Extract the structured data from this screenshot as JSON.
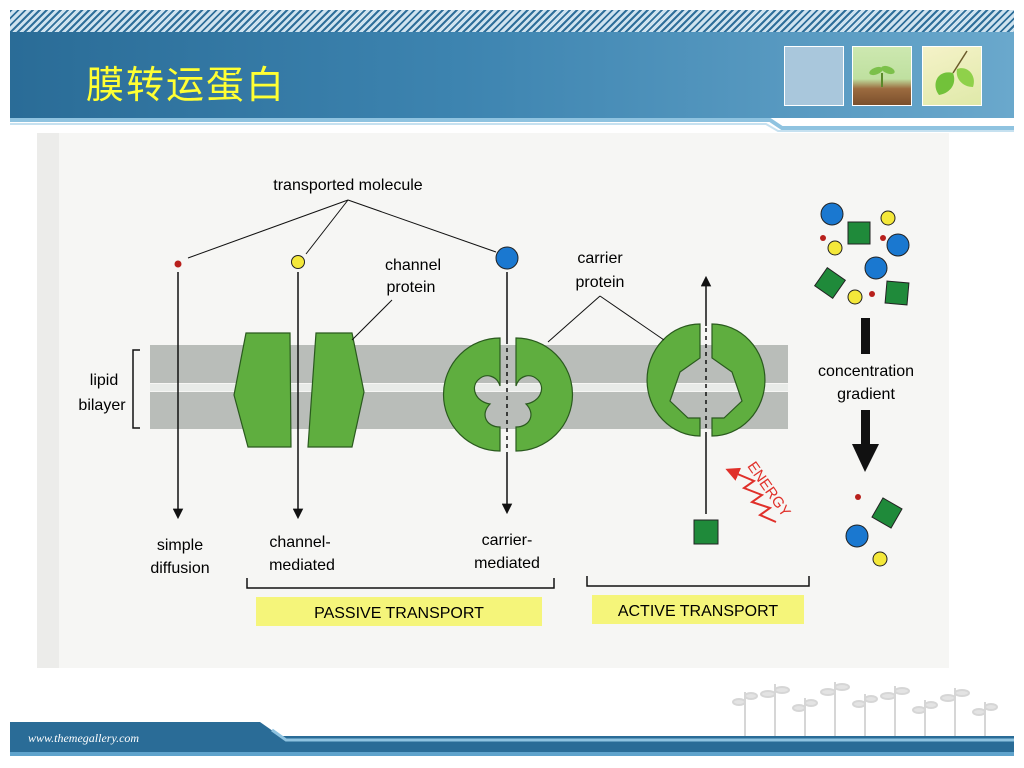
{
  "slide": {
    "title": "膜转运蛋白",
    "footer_url": "www.themegallery.com"
  },
  "figure": {
    "labels": {
      "transported_molecule": "transported molecule",
      "channel_protein_1": "channel",
      "channel_protein_2": "protein",
      "carrier_protein_1": "carrier",
      "carrier_protein_2": "protein",
      "lipid_bilayer_1": "lipid",
      "lipid_bilayer_2": "bilayer",
      "simple_diffusion_1": "simple",
      "simple_diffusion_2": "diffusion",
      "channel_mediated_1": "channel-",
      "channel_mediated_2": "mediated",
      "carrier_mediated_1": "carrier-",
      "carrier_mediated_2": "mediated",
      "concentration_gradient_1": "concentration",
      "concentration_gradient_2": "gradient",
      "energy": "ENERGY",
      "passive_transport": "PASSIVE TRANSPORT",
      "active_transport": "ACTIVE TRANSPORT"
    },
    "colors": {
      "protein_green": "#5fae3f",
      "membrane_gray": "#b9bdb9",
      "highlight_yellow": "#f5f57a",
      "energy_red": "#e0302a",
      "molecule_blue": "#1a78d0",
      "molecule_yellow": "#f4e83a",
      "molecule_red": "#b8201c",
      "square_green": "#1f8a3a"
    }
  }
}
